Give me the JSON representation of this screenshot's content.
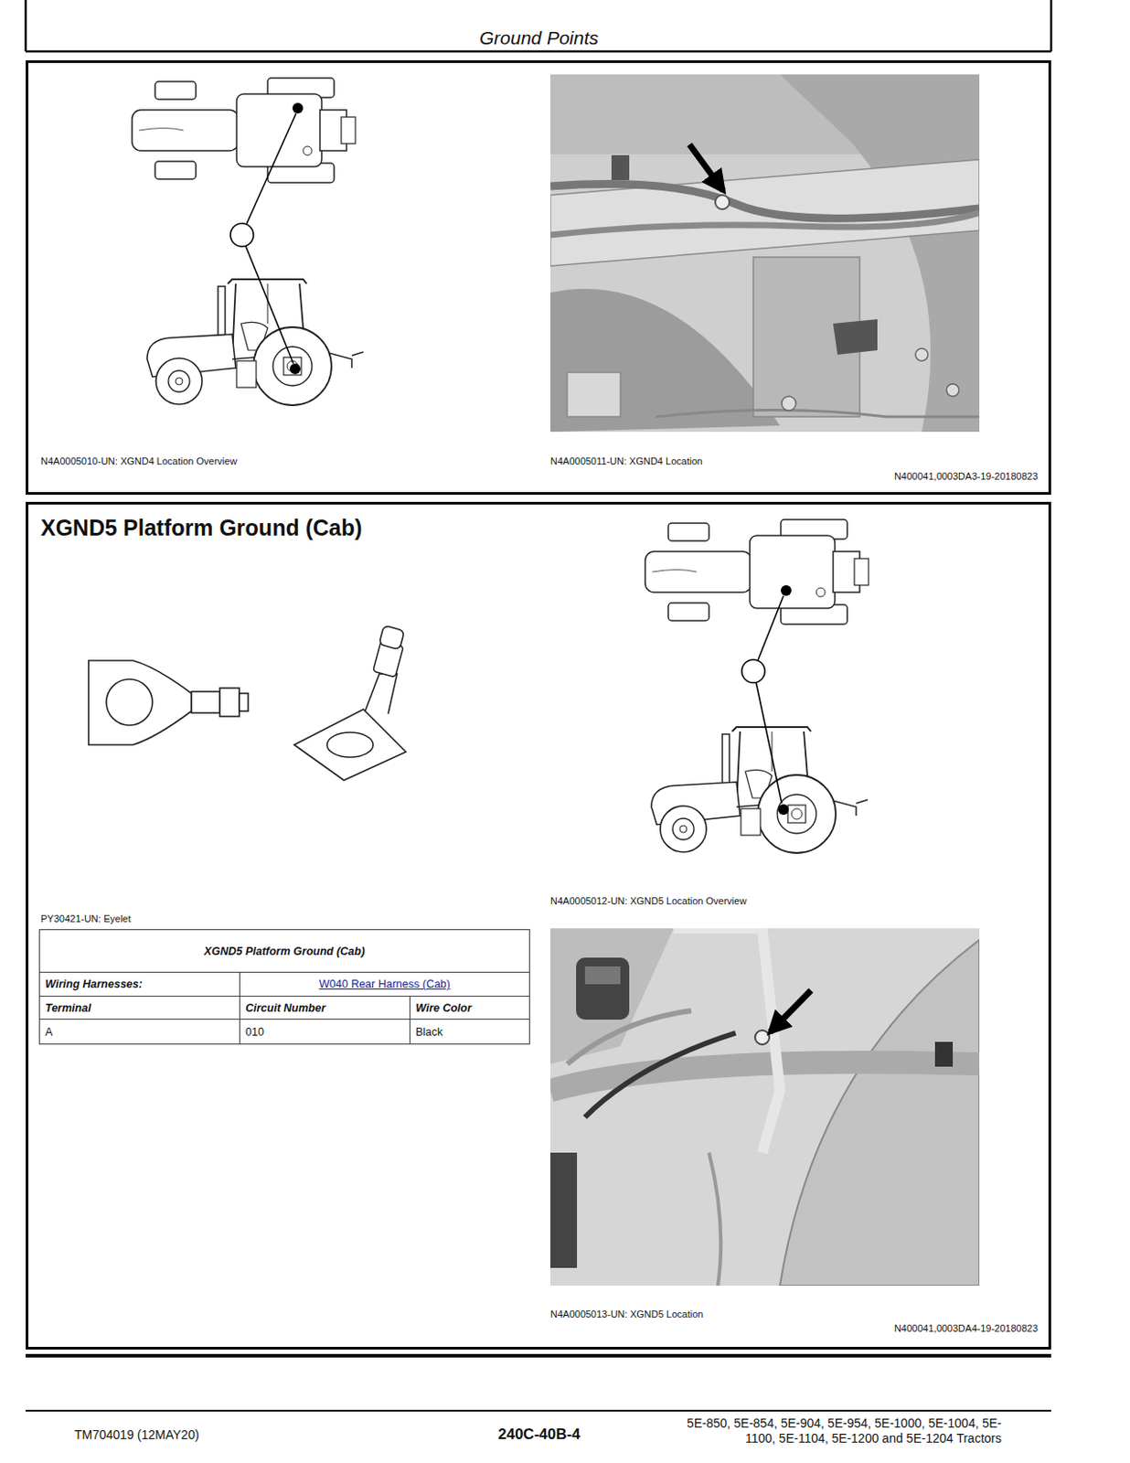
{
  "diagram": {
    "title": "Ground Points",
    "nodes": [
      {
        "text": [
          "N4A0005010-UN: XGND4 Location Overview",
          "N4A0005011-UN: XGND4 Location",
          "N400041,0003DA3-19-20180823"
        ]
      },
      {
        "text": [
          "XGND5 Platform Ground (Cab)",
          "PY30421-UN: Eyelet",
          "N4A0005012-UN: XGND5 Location Overview",
          "N4A0005013-UN: XGND5 Location",
          "N400041,0003DA4-19-20180823"
        ]
      },
      {
        "text": [
          "XGND5 Platform Ground (Cab)",
          "Wiring Harnesses:",
          "W040 Rear Harness (Cab)",
          "Terminal",
          "Circuit Number",
          "Wire Color",
          "A",
          "010",
          "Black"
        ],
        "in": 1
      }
    ],
    "labels": [
      "TM704019 (12MAY20)",
      "240C-40B-4",
      "5E-850, 5E-854, 5E-904, 5E-954, 5E-1000, 5E-1004, 5E-1100, 5E-1104, 5E-1200 and 5E-1204 Tractors"
    ]
  }
}
